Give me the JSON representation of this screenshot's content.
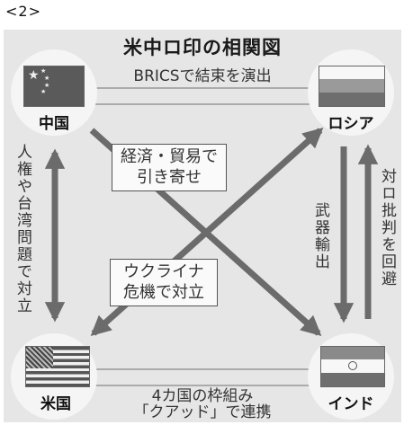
{
  "page_label": "<2>",
  "title": "米中ロ印の相関図",
  "nodes": {
    "china": {
      "label": "中国",
      "flag": "china-flag"
    },
    "russia": {
      "label": "ロシア",
      "flag": "russia-flag"
    },
    "usa": {
      "label": "米国",
      "flag": "usa-flag"
    },
    "india": {
      "label": "インド",
      "flag": "india-flag"
    }
  },
  "relations": {
    "china_russia": "BRICSで結束を演出",
    "usa_india_line1": "4カ国の枠組み",
    "usa_india_line2": "「クアッド」で連携",
    "china_usa": "人権や台湾問題で対立",
    "russia_to_india": "武器輸出",
    "india_to_russia": "対ロ批判を回避",
    "china_india_line1": "経済・貿易で",
    "china_india_line2": "引き寄せ",
    "russia_usa_line1": "ウクライナ",
    "russia_usa_line2": "危機で対立"
  },
  "colors": {
    "background": "#e6e6e6",
    "arrow": "#6b6b6b",
    "box_border": "#555555"
  }
}
